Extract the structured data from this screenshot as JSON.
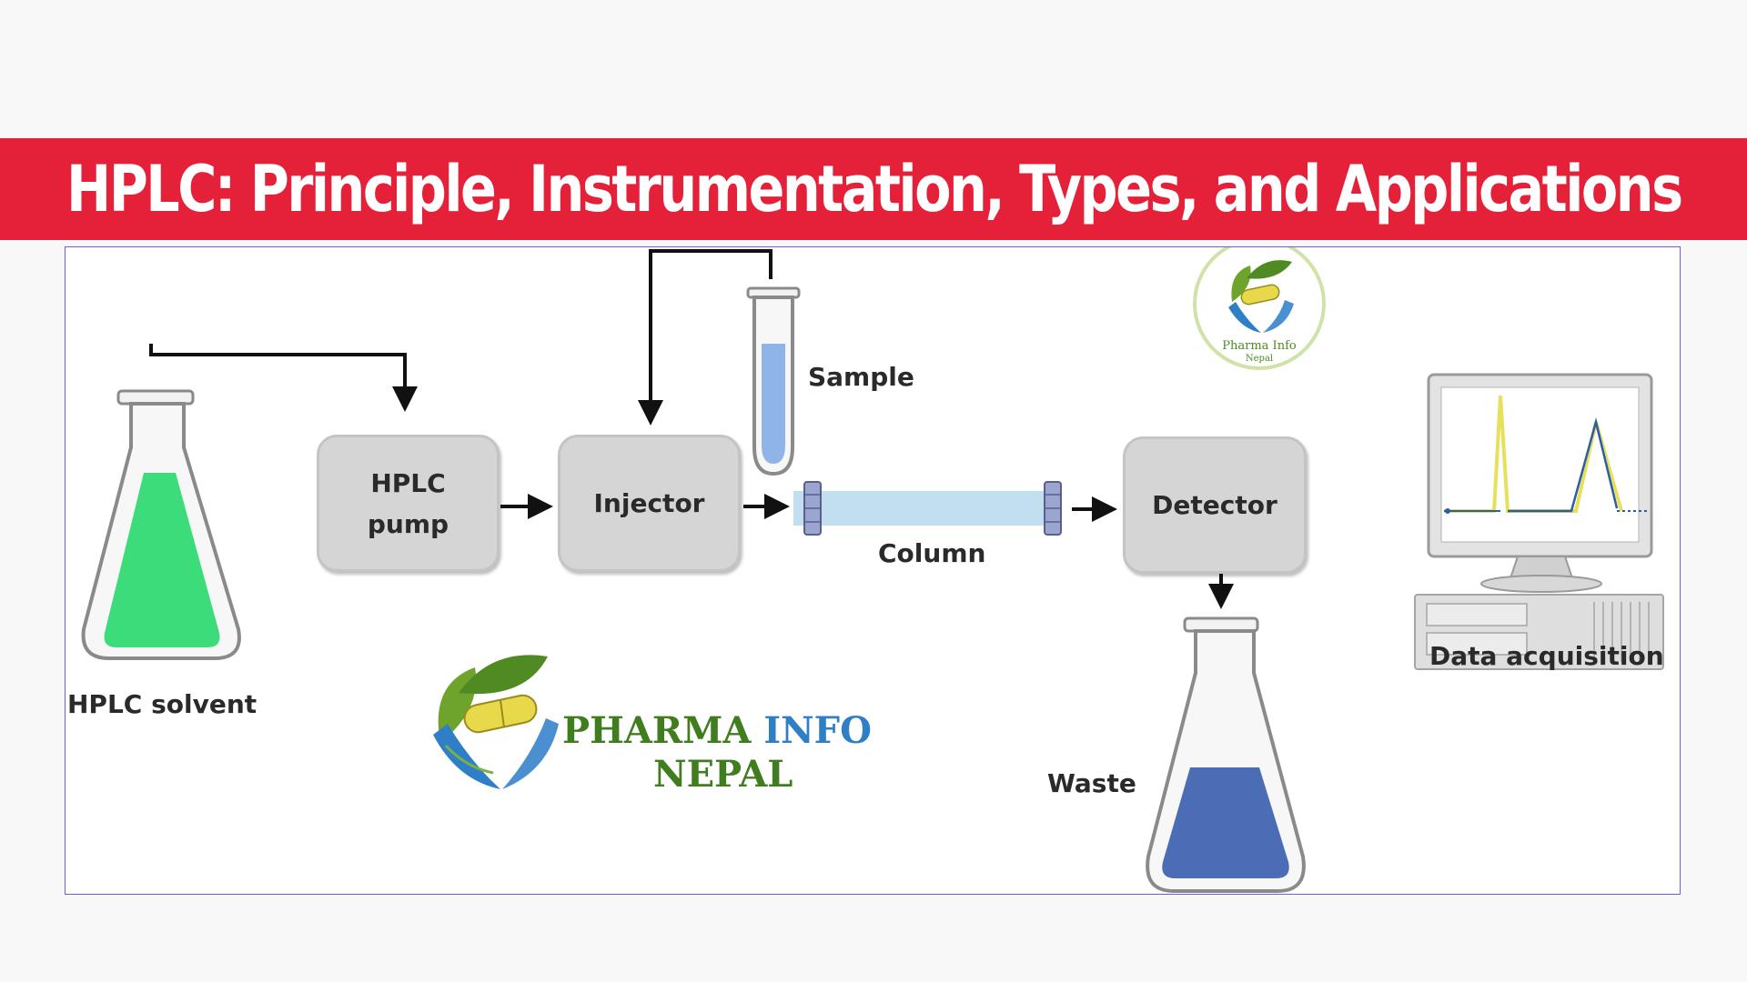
{
  "page": {
    "title": "HPLC: Principle, Instrumentation, Types, and Applications"
  },
  "diagram": {
    "components": {
      "pump": "HPLC\npump",
      "injector": "Injector",
      "detector": "Detector"
    },
    "labels": {
      "solvent": "HPLC solvent",
      "sample": "Sample",
      "column": "Column",
      "waste": "Waste",
      "data": "Data acquisition"
    }
  },
  "brand": {
    "line1_part1": "PHARMA",
    "line1_part2": "INFO",
    "line2": "NEPAL",
    "badge_line1": "Pharma Info",
    "badge_line2": "Nepal"
  },
  "colors": {
    "title_bar": "#e5213a",
    "solvent_liquid": "#3ddc7a",
    "sample_liquid": "#8fb4e8",
    "waste_liquid": "#4a6db5",
    "column_fill": "#c2dff0",
    "brand_green": "#3f7d1e",
    "brand_blue": "#2f7fc7",
    "peak_yellow": "#e8e05c",
    "peak_blue": "#2b5ea8"
  }
}
